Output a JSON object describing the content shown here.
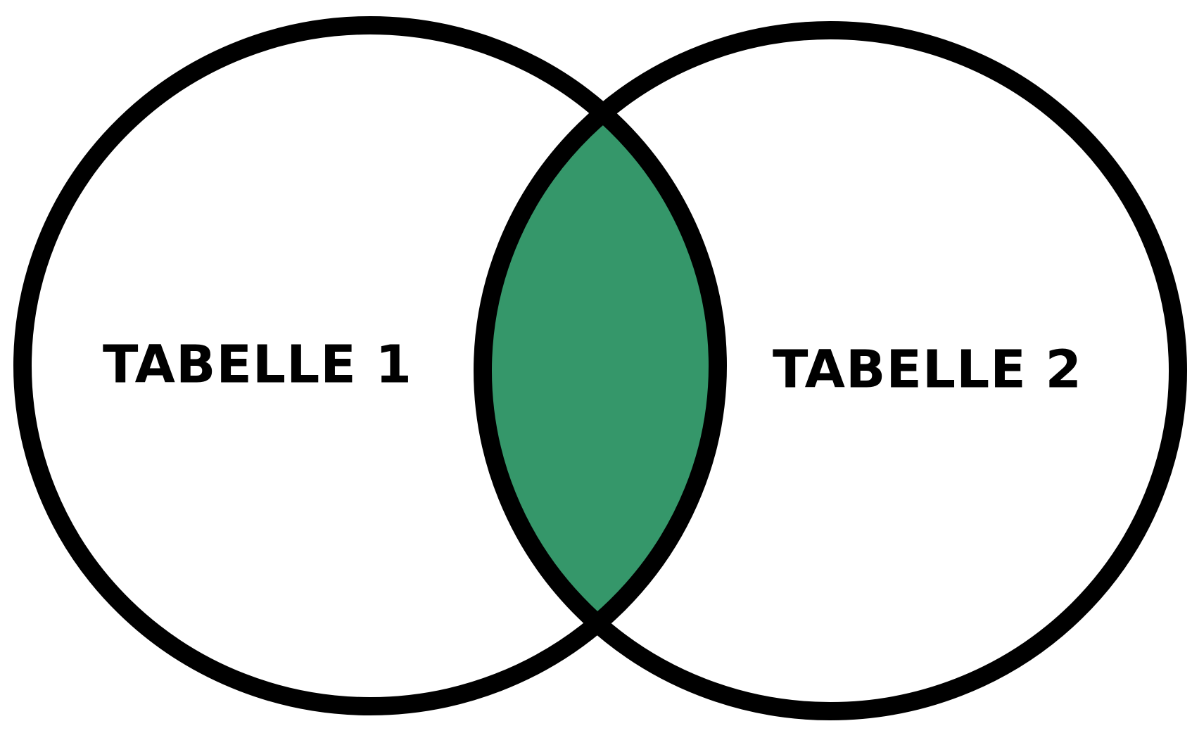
{
  "sets": [
    {
      "id": "set-1",
      "label": "TABELLE 1"
    },
    {
      "id": "set-2",
      "label": "TABELLE 2"
    }
  ],
  "highlight": {
    "region": "intersection",
    "color": "#35976A"
  },
  "colors": {
    "outline": "#000000",
    "background": "#FFFFFF"
  }
}
